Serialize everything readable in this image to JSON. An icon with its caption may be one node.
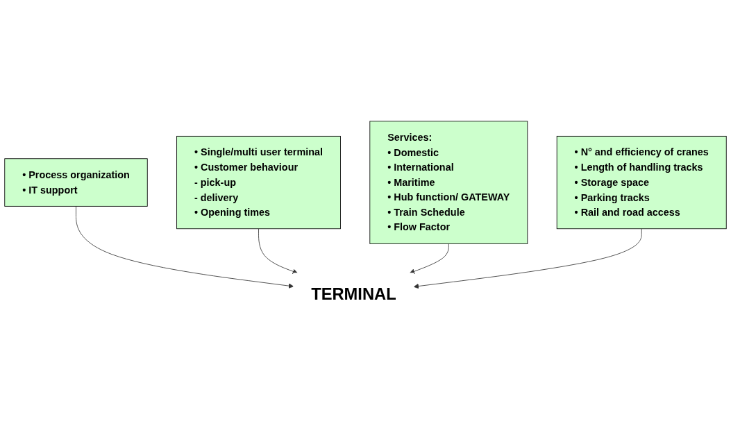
{
  "diagram": {
    "nodes": [
      {
        "text": [
          "• Process organization",
          "• IT support"
        ]
      },
      {
        "text": [
          "• Single/multi user terminal",
          "• Customer behaviour",
          "- pick-up",
          "- delivery",
          "• Opening times"
        ]
      },
      {
        "text": [
          "TERMINAL"
        ]
      },
      {
        "text": [
          "Services:",
          "• Domestic",
          "• International",
          "• Maritime",
          "• Hub function/ GATEWAY",
          "• Train Schedule",
          "• Flow Factor"
        ]
      },
      {
        "text": [
          "• N° and efficiency of cranes",
          "• Length of handling tracks",
          "• Storage space",
          "• Parking tracks",
          "• Rail and road access"
        ]
      }
    ],
    "edges": [
      {
        "from": 0,
        "to": 2,
        "arrow": "to"
      },
      {
        "from": 1,
        "to": 2,
        "arrow": "to"
      },
      {
        "from": 3,
        "to": 2,
        "arrow": "to"
      },
      {
        "from": 4,
        "to": 2,
        "arrow": "to"
      }
    ]
  }
}
